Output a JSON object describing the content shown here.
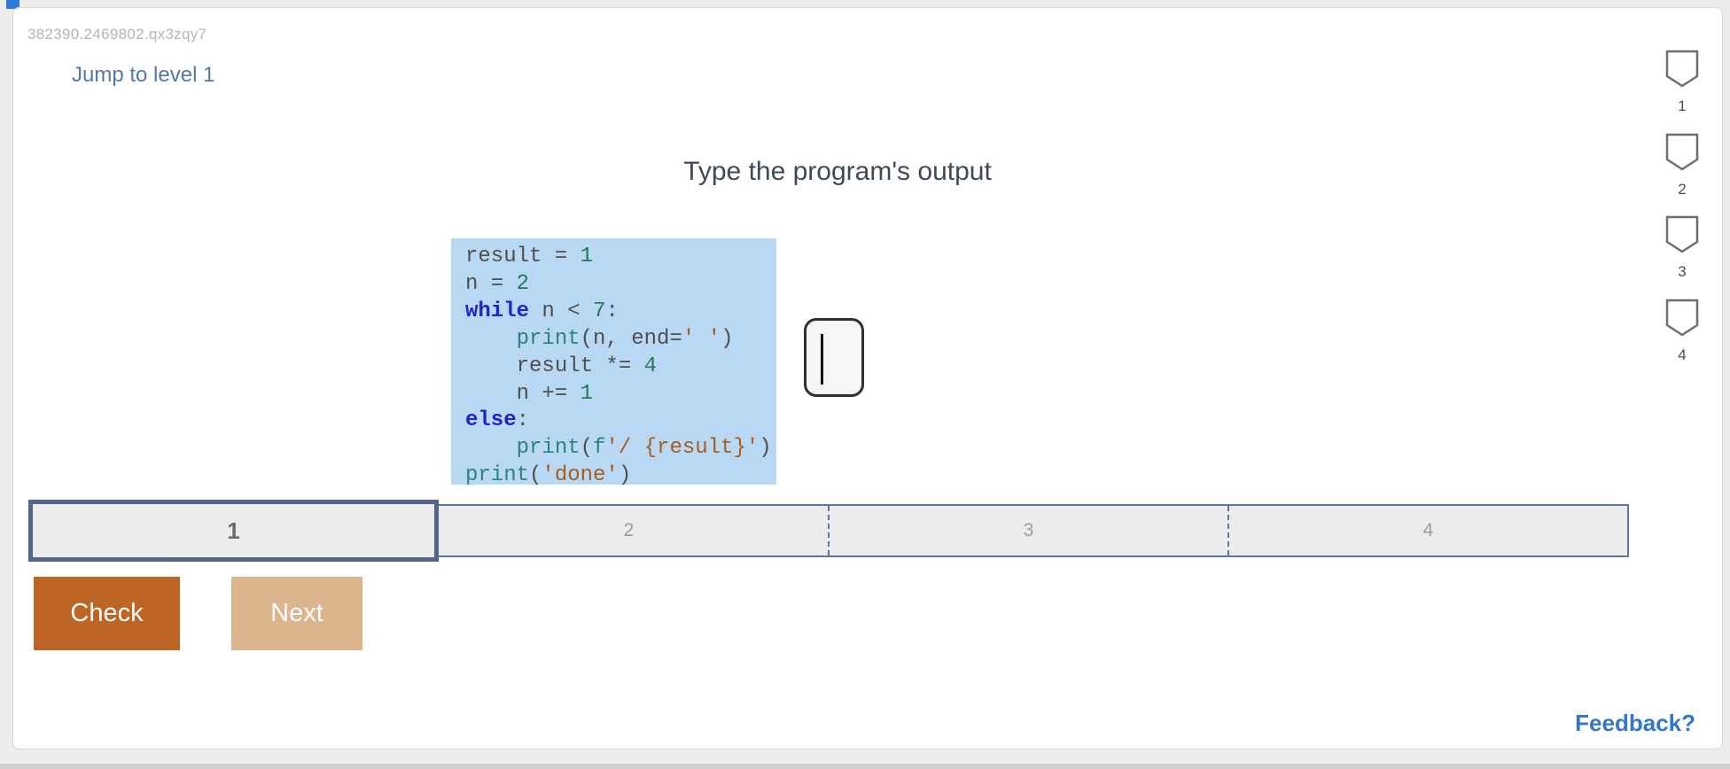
{
  "page": {
    "activity_id": "382390.2469802.qx3zqy7",
    "jump_link_label": "Jump to level 1",
    "title": "Type the program's output",
    "feedback_link_label": "Feedback?"
  },
  "code": {
    "language": "python",
    "plain_text": "result = 1\nn = 2\nwhile n < 7:\n    print(n, end=' ')\n    result *= 4\n    n += 1\nelse:\n    print(f'/ {result}')\nprint('done')",
    "lines": [
      [
        {
          "t": "result = ",
          "c": "plain"
        },
        {
          "t": "1",
          "c": "num"
        }
      ],
      [
        {
          "t": "n = ",
          "c": "plain"
        },
        {
          "t": "2",
          "c": "num"
        }
      ],
      [
        {
          "t": "while",
          "c": "kw"
        },
        {
          "t": " n < ",
          "c": "plain"
        },
        {
          "t": "7",
          "c": "num"
        },
        {
          "t": ":",
          "c": "plain"
        }
      ],
      [
        {
          "t": "    ",
          "c": "plain"
        },
        {
          "t": "print",
          "c": "fn"
        },
        {
          "t": "(n, end=",
          "c": "plain"
        },
        {
          "t": "' '",
          "c": "str"
        },
        {
          "t": ")",
          "c": "plain"
        }
      ],
      [
        {
          "t": "    result *= ",
          "c": "plain"
        },
        {
          "t": "4",
          "c": "num"
        }
      ],
      [
        {
          "t": "    n += ",
          "c": "plain"
        },
        {
          "t": "1",
          "c": "num"
        }
      ],
      [
        {
          "t": "else",
          "c": "kw"
        },
        {
          "t": ":",
          "c": "plain"
        }
      ],
      [
        {
          "t": "    ",
          "c": "plain"
        },
        {
          "t": "print",
          "c": "fn"
        },
        {
          "t": "(",
          "c": "plain"
        },
        {
          "t": "f",
          "c": "fn"
        },
        {
          "t": "'/ {result}'",
          "c": "str"
        },
        {
          "t": ")",
          "c": "plain"
        }
      ],
      [
        {
          "t": "print",
          "c": "fn"
        },
        {
          "t": "(",
          "c": "plain"
        },
        {
          "t": "'done'",
          "c": "str"
        },
        {
          "t": ")",
          "c": "plain"
        }
      ]
    ]
  },
  "answer_input": {
    "value": "",
    "placeholder": ""
  },
  "level_rail": {
    "items": [
      {
        "label": "1"
      },
      {
        "label": "2"
      },
      {
        "label": "3"
      },
      {
        "label": "4"
      }
    ]
  },
  "progress_bar": {
    "segments": [
      {
        "label": "1",
        "active": true
      },
      {
        "label": "2",
        "active": false
      },
      {
        "label": "3",
        "active": false
      },
      {
        "label": "4",
        "active": false
      }
    ]
  },
  "buttons": {
    "check_label": "Check",
    "next_label": "Next"
  },
  "colors": {
    "code_background": "#b9d8f3",
    "keyword": "#2222cc",
    "builtin": "#2c827c",
    "number": "#227a5a",
    "string": "#a85c1e",
    "check_button": "#bd6524",
    "next_button_disabled": "#dcb48e",
    "progress_border": "#5b78a0",
    "active_segment_border": "#54658a",
    "link_blue": "#3377cc",
    "jump_link_blue": "#517aa8",
    "corner_marker_blue": "#2e7bd8"
  }
}
